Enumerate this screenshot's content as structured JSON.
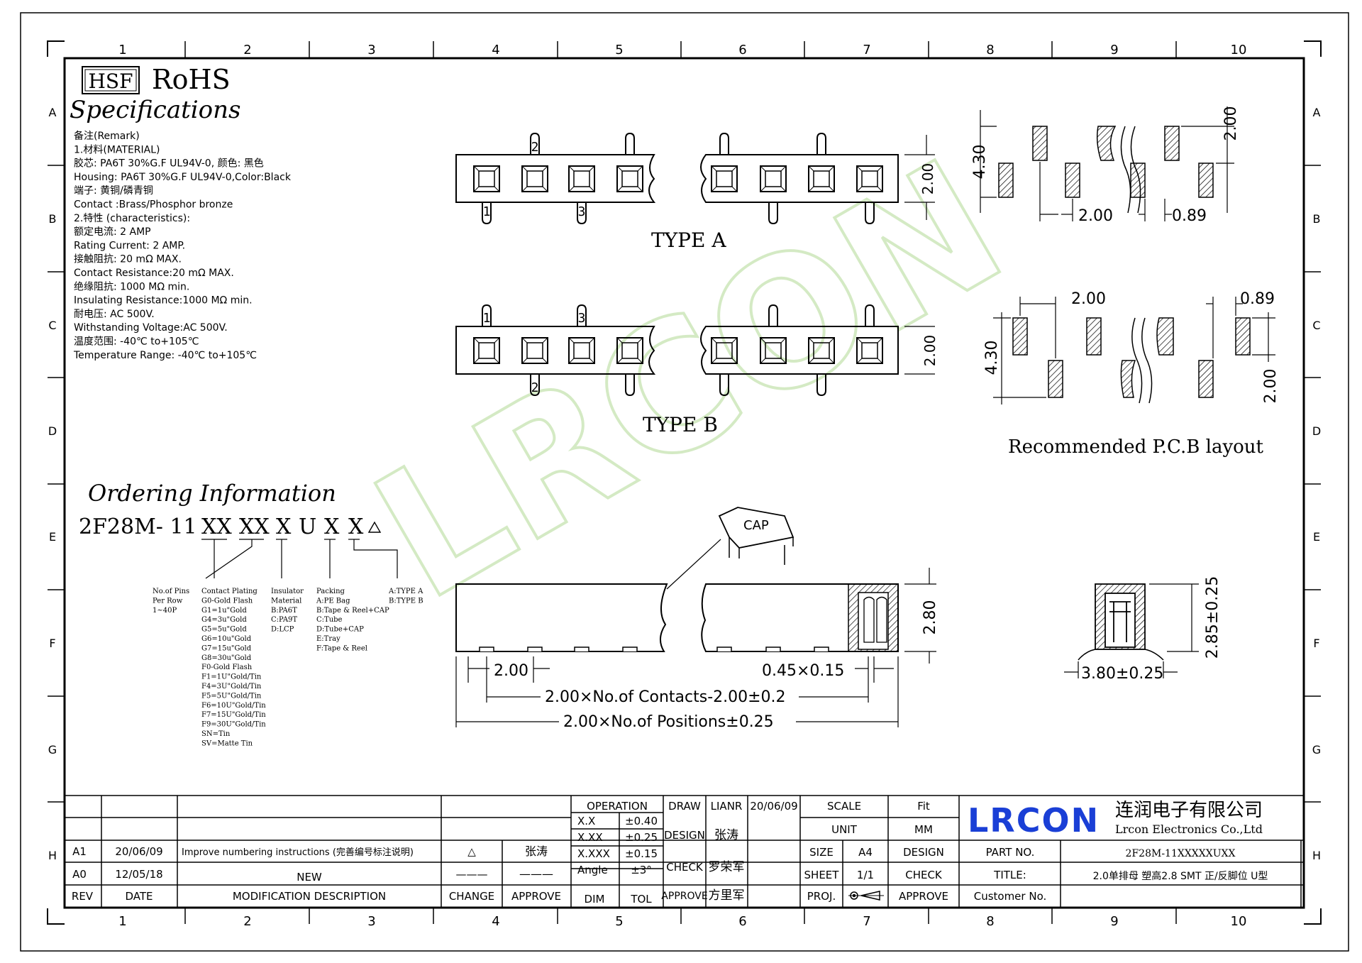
{
  "grid": {
    "cols": [
      "1",
      "2",
      "3",
      "4",
      "5",
      "6",
      "7",
      "8",
      "9",
      "10"
    ],
    "rows": [
      "A",
      "B",
      "C",
      "D",
      "E",
      "F",
      "G",
      "H"
    ]
  },
  "badges": {
    "hsf": "HSF",
    "rohs": "RoHS"
  },
  "watermark": "LRCON",
  "specs": {
    "title": "Specifications",
    "lines": [
      "备注(Remark)",
      "1.材料(MATERIAL)",
      "胶芯: PA6T 30%G.F UL94V-0, 颜色: 黑色",
      "Housing: PA6T 30%G.F UL94V-0,Color:Black",
      "端子: 黄铜/磷青铜",
      "Contact :Brass/Phosphor bronze",
      "2.特性 (characteristics):",
      "额定电流: 2 AMP",
      "Rating Current: 2 AMP.",
      "接触阻抗: 20 mΩ MAX.",
      "Contact Resistance:20 mΩ MAX.",
      "绝缘阻抗: 1000 MΩ min.",
      "Insulating Resistance:1000 MΩ min.",
      "耐电压: AC 500V.",
      "Withstanding Voltage:AC 500V.",
      "温度范围: -40℃ to+105℃",
      "Temperature Range: -40℃ to+105℃"
    ]
  },
  "type_a": {
    "label": "TYPE A",
    "pins": [
      "2",
      "1",
      "3"
    ],
    "dim_height": "2.00"
  },
  "type_b": {
    "label": "TYPE B",
    "pins": [
      "1",
      "3",
      "2"
    ],
    "dim_height": "2.00"
  },
  "pcb_a": {
    "dim_430": "4.30",
    "dim_200_v": "2.00",
    "dim_200_h": "2.00",
    "dim_089": "0.89"
  },
  "pcb_b": {
    "dim_200_h": "2.00",
    "dim_089": "0.89",
    "dim_430": "4.30",
    "dim_200_v": "2.00"
  },
  "pcb_caption": "Recommended P.C.B layout",
  "ordering": {
    "title": "Ordering Information",
    "code_prefix": "2F28M- 11",
    "parts": [
      "XX",
      "XX",
      "X",
      "U",
      "X",
      "X"
    ],
    "col_pins": [
      "No.of Pins",
      "Per Row",
      "1~40P"
    ],
    "col_plating": [
      "Contact Plating",
      "G0-Gold Flash",
      "G1=1u\"Gold",
      "G4=3u\"Gold",
      "G5=5u\"Gold",
      "G6=10u\"Gold",
      "G7=15u\"Gold",
      "G8=30u\"Gold",
      "F0-Gold Flash",
      "F1=1U\"Gold/Tin",
      "F4=3U\"Gold/Tin",
      "F5=5U\"Gold/Tin",
      "F6=10U\"Gold/Tin",
      "F7=15U\"Gold/Tin",
      "F9=30U\"Gold/Tin",
      "SN=Tin",
      "SV=Matte Tin"
    ],
    "col_insulator": [
      "Insulator",
      "Material",
      "B:PA6T",
      "C:PA9T",
      "D:LCP"
    ],
    "col_packing": [
      "Packing",
      "A:PE Bag",
      "B:Tape & Reel+CAP",
      "C:Tube",
      "D:Tube+CAP",
      "E:Tray",
      "F:Tape & Reel"
    ],
    "col_type": [
      "A:TYPE A",
      "B:TYPE B"
    ]
  },
  "side_view": {
    "cap": "CAP",
    "dim_pitch": "2.00",
    "dim_pin": "0.45×0.15",
    "dim_height": "2.80",
    "dim_contacts": "2.00×No.of Contacts-2.00±0.2",
    "dim_positions": "2.00×No.of Positions±0.25"
  },
  "end_view": {
    "dim_width": "3.80±0.25",
    "dim_height": "2.85±0.25"
  },
  "title_block": {
    "rev_rows": [
      {
        "rev": "A1",
        "date": "20/06/09",
        "desc": "Improve numbering instructions (完善编号标注说明)",
        "change": "△",
        "approve": "张涛"
      },
      {
        "rev": "A0",
        "date": "12/05/18",
        "desc": "NEW",
        "change": "———",
        "approve": "———"
      }
    ],
    "rev_headers": {
      "rev": "REV",
      "date": "DATE",
      "desc": "MODIFICATION DESCRIPTION",
      "change": "CHANGE",
      "approve": "APPROVE"
    },
    "operation": "OPERATION",
    "tolerances": [
      {
        "dim": "X.X",
        "tol": "±0.40"
      },
      {
        "dim": "X.XX",
        "tol": "±0.25"
      },
      {
        "dim": "X.XXX",
        "tol": "±0.15"
      },
      {
        "dim": "Angle",
        "tol": "±3°"
      }
    ],
    "dim_header": "DIM",
    "tol_header": "TOL",
    "draw": "DRAW",
    "draw_name": "LIANR",
    "draw_date": "20/06/09",
    "design": "DESIGN",
    "design_name": "张涛",
    "check": "CHECK",
    "check_name": "罗荣军",
    "approve": "APPROVE",
    "approve_name": "方里军",
    "scale": "SCALE",
    "scale_value": "Fit",
    "unit": "UNIT",
    "unit_value": "MM",
    "size": "SIZE",
    "size_value": "A4",
    "design2": "DESIGN",
    "sheet": "SHEET",
    "sheet_value": "1/1",
    "check2": "CHECK",
    "proj": "PROJ.",
    "approve2": "APPROVE",
    "logo": "LRCON",
    "company_cn": "连润电子有限公司",
    "company_en": "Lrcon Electronics Co.,Ltd",
    "part_no_label": "PART NO.",
    "part_no": "2F28M-11XXXXXUXX",
    "title_label": "TITLE:",
    "title_value": "2.0单排母 塑高2.8 SMT 正/反脚位 U型",
    "customer_label": "Customer No."
  },
  "colors": {
    "line": "#000000",
    "watermark": "#d4eac4",
    "logo": "#1a3fd6"
  }
}
